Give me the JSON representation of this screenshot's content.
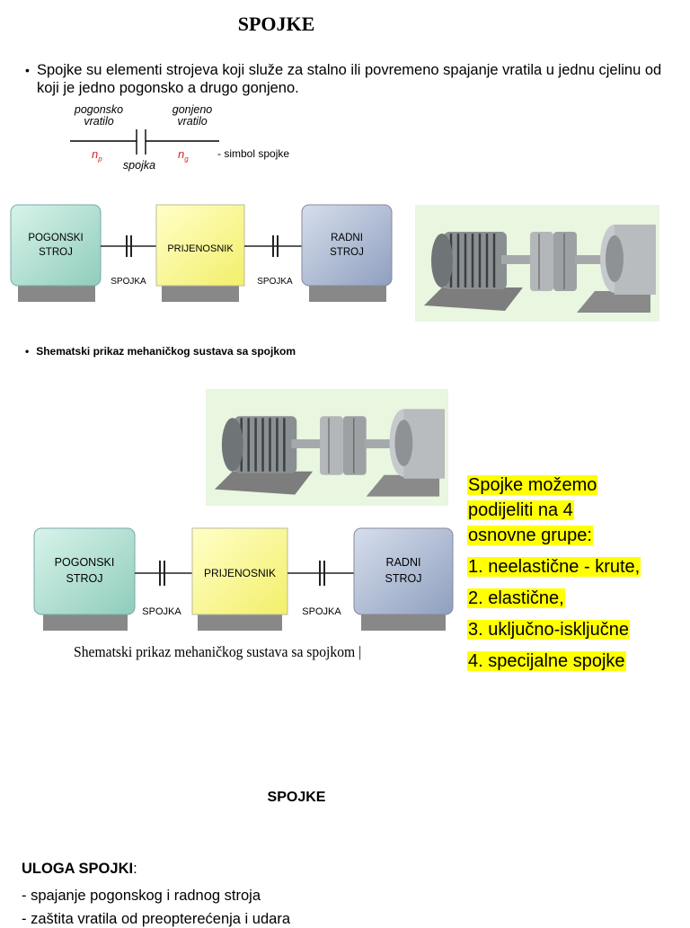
{
  "title": "SPOJKE",
  "intro": {
    "bullet": "•",
    "text": "Spojke su elementi strojeva koji služe za stalno ili povremeno spajanje vratila u jednu cjelinu od koji je jedno pogonsko a drugo gonjeno."
  },
  "symbol": {
    "left_label_1": "pogonsko",
    "left_label_2": "vratilo",
    "right_label_1": "gonjeno",
    "right_label_2": "vratilo",
    "n_left": "n",
    "n_left_sub": "p",
    "n_right": "n",
    "n_right_sub": "g",
    "bottom_label": "spojka",
    "note": "- simbol spojke"
  },
  "scheme": {
    "block_left_1": "POGONSKI",
    "block_left_2": "STROJ",
    "block_mid": "PRIJENOSNIK",
    "block_right_1": "RADNI",
    "block_right_2": "STROJ",
    "coupling_label": "SPOJKA",
    "caption_bottom": "Shematski prikaz mehaničkog sustava sa spojkom |"
  },
  "small_caption": {
    "bullet": "•",
    "text": "Shematski prikaz mehaničkog sustava sa spojkom"
  },
  "groups": {
    "intro_1": "Spojke možemo",
    "intro_2": "podijeliti na 4",
    "intro_3": "osnovne grupe:",
    "items": [
      "1.  neelastične - krute,",
      "2. elastične,",
      "3. uključno-isključne",
      "4.  specijalne spojke"
    ]
  },
  "section2": {
    "title": "SPOJKE",
    "uloga_label": "ULOGA SPOJKI",
    "uloga_colon": ":",
    "line1": "- spajanje pogonskog i radnog stroja",
    "line2": "- zaštita vratila od preopterećenja i udara"
  },
  "colors": {
    "highlight": "#ffff00",
    "red": "#d62020",
    "block_left": "#bfe9dd",
    "block_mid": "#ffff9a",
    "block_right": "#b9c6dc",
    "photo_bg": "#e9f6e0"
  }
}
